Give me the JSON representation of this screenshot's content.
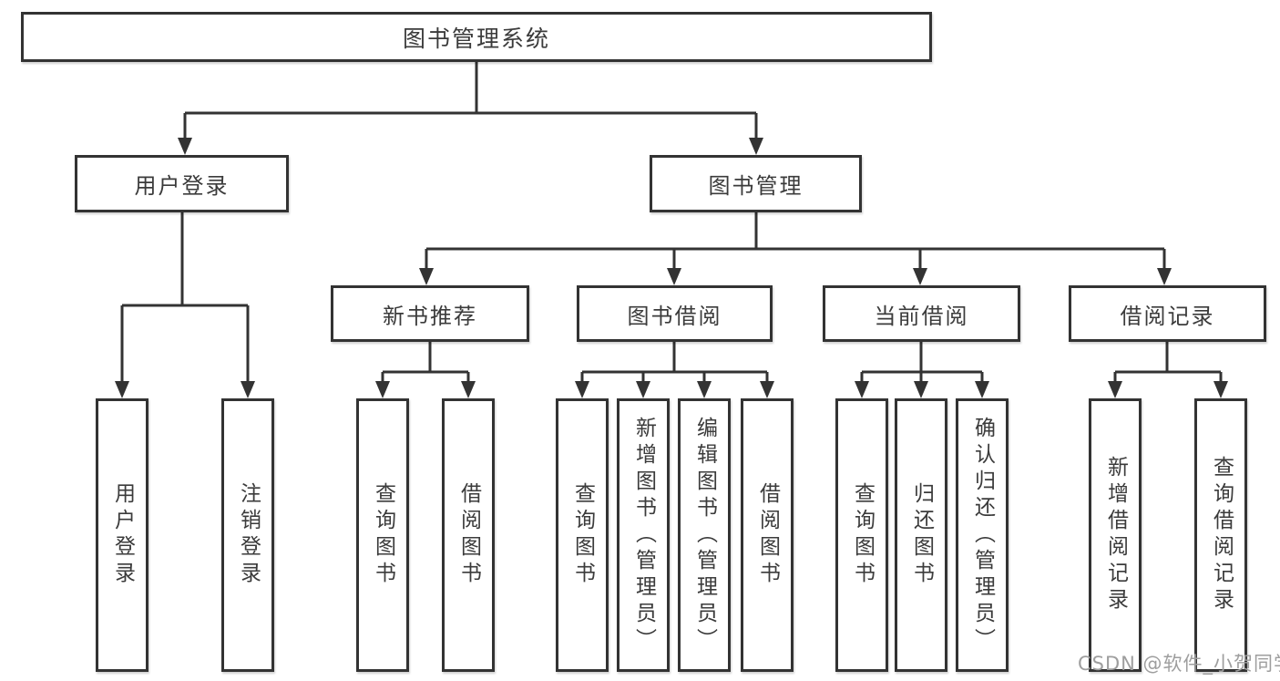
{
  "diagram": {
    "root": {
      "label": "图书管理系统"
    },
    "level2": [
      {
        "label": "用户登录"
      },
      {
        "label": "图书管理"
      }
    ],
    "level3": [
      {
        "label": "新书推荐"
      },
      {
        "label": "图书借阅"
      },
      {
        "label": "当前借阅"
      },
      {
        "label": "借阅记录"
      }
    ],
    "leaves": {
      "user": [
        "用户登录",
        "注销登录"
      ],
      "recommend": [
        "查询图书",
        "借阅图书"
      ],
      "borrow": [
        "查询图书",
        "新增图书（管理员）",
        "编辑图书（管理员）",
        "借阅图书"
      ],
      "current": [
        "查询图书",
        "归还图书",
        "确认归还（管理员）"
      ],
      "record": [
        "新增借阅记录",
        "查询借阅记录"
      ]
    },
    "watermark": "CSDN @软件_小贺同学",
    "colors": {
      "line": "#333333",
      "text": "#3b3b3b",
      "watermark_text": "#9e9e9e",
      "background": "#ffffff"
    }
  }
}
